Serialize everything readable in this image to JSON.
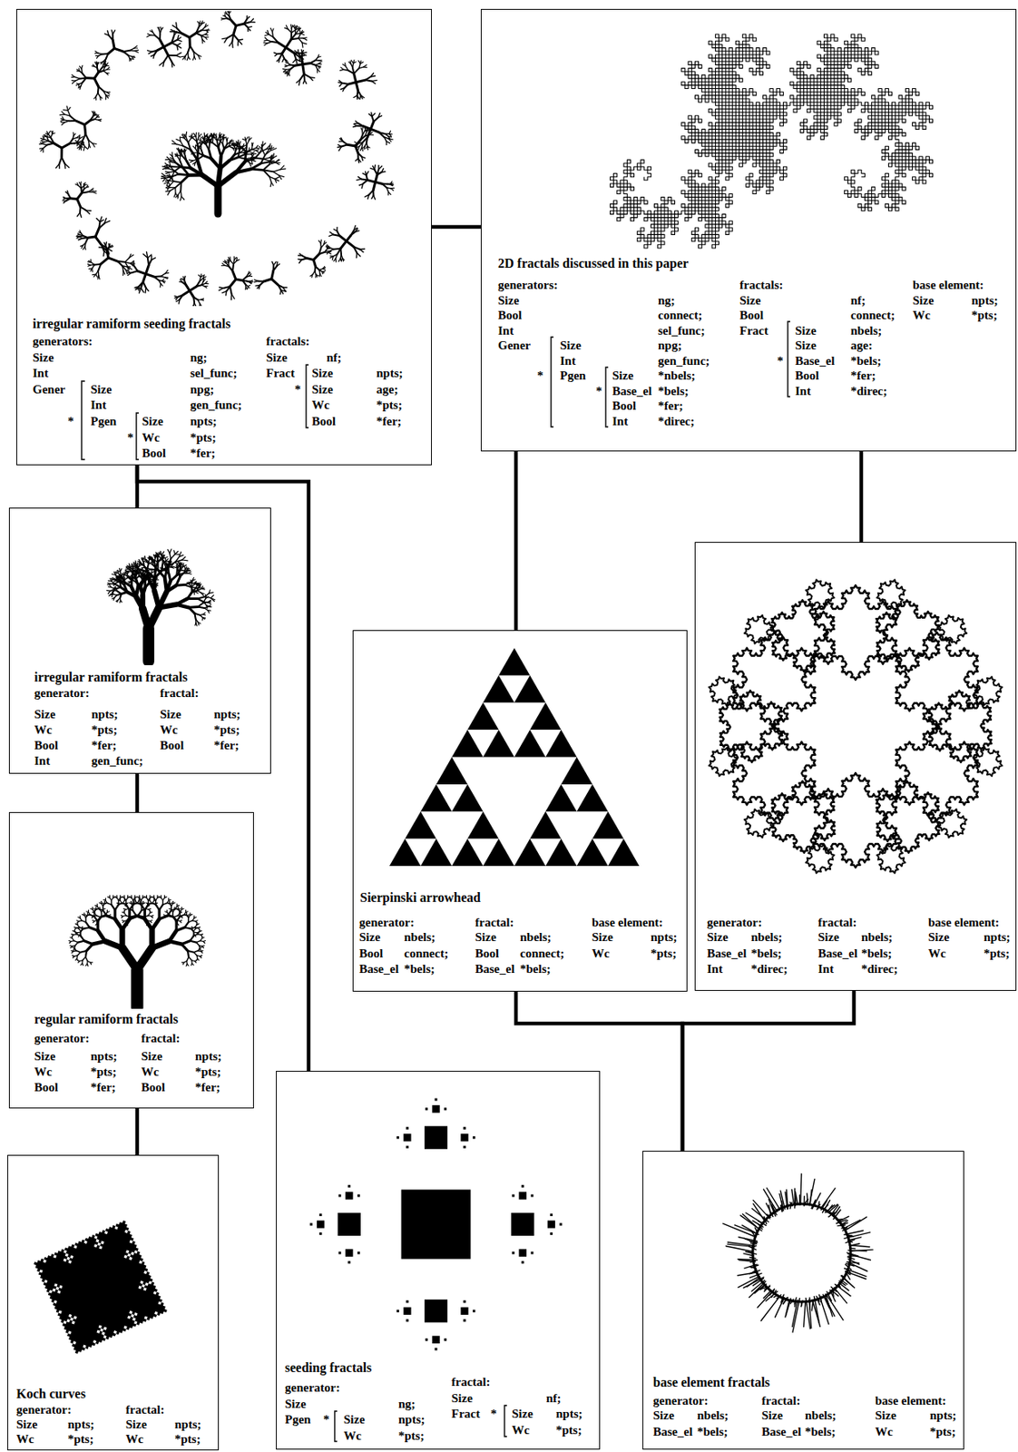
{
  "diagram": {
    "nodes": [
      {
        "text": [
          "irregular ramiform seeding fractals",
          "generators:",
          "Size",
          "ng;",
          "Int",
          "sel_func;",
          "Gener",
          "Size",
          "npg;",
          "Int",
          "gen_func;",
          "*",
          "Pgen",
          "Size",
          "npts;",
          "*",
          "Wc",
          "*pts;",
          "Bool",
          "*fer;",
          "fractals:",
          "Size",
          "nf;",
          "Fract",
          "Size",
          "npts;",
          "*",
          "Size",
          "age;",
          "Wc",
          "*pts;",
          "Bool",
          "*fer;"
        ]
      },
      {
        "text": [
          "2D fractals discussed in this paper",
          "generators:",
          "Size",
          "ng;",
          "Bool",
          "connect;",
          "Int",
          "sel_func;",
          "Gener",
          "Size",
          "npg;",
          "Int",
          "gen_func;",
          "*",
          "Pgen",
          "Size",
          "*nbels;",
          "*",
          "Base_el",
          "*bels;",
          "Bool",
          "*fer;",
          "Int",
          "*direc;",
          "fractals:",
          "Size",
          "nf;",
          "Bool",
          "connect;",
          "Fract",
          "Size",
          "nbels;",
          "Size",
          "age:",
          "*",
          "Base_el",
          "*bels;",
          "Bool",
          "*fer;",
          "Int",
          "*direc;",
          "base element:",
          "Size",
          "npts;",
          "Wc",
          "*pts;"
        ]
      },
      {
        "text": [
          "irregular ramiform fractals",
          "generator:",
          "Size",
          "npts;",
          "Wc",
          "*pts;",
          "Bool",
          "*fer;",
          "Int",
          "gen_func;",
          "fractal:",
          "Size",
          "npts;",
          "Wc",
          "*pts;",
          "Bool",
          "*fer;"
        ]
      },
      {
        "text": [
          "regular ramiform fractals",
          "generator:",
          "Size",
          "npts;",
          "Wc",
          "*pts;",
          "Bool",
          "*fer;",
          "fractal:",
          "Size",
          "npts;",
          "Wc",
          "*pts;",
          "Bool",
          "*fer;"
        ]
      },
      {
        "text": [
          "Koch curves",
          "generator:",
          "Size",
          "npts;",
          "Wc",
          "*pts;",
          "fractal:",
          "Size",
          "npts;",
          "Wc",
          "*pts;"
        ]
      },
      {
        "text": [
          "seeding fractals",
          "generator:",
          "Size",
          "ng;",
          "Pgen",
          "*",
          "Size",
          "npts;",
          "Wc",
          "*pts;",
          "fractal:",
          "Size",
          "nf;",
          "Fract",
          "*",
          "Size",
          "npts;",
          "Wc",
          "*pts;"
        ]
      },
      {
        "text": [
          "Sierpinski arrowhead",
          "generator:",
          "Size",
          "nbels;",
          "Bool",
          "connect;",
          "Base_el",
          "*bels;",
          "fractal:",
          "Size",
          "nbels;",
          "Bool",
          "connect;",
          "Base_el",
          "*bels;",
          "base element:",
          "Size",
          "npts;",
          "Wc",
          "*pts;"
        ]
      },
      {
        "text": [
          "generator:",
          "Size",
          "nbels;",
          "Base_el",
          "*bels;",
          "Int",
          "*direc;",
          "fractal:",
          "Size",
          "nbels;",
          "Base_el",
          "*bels;",
          "Int",
          "*direc;",
          "base element:",
          "Size",
          "npts;",
          "Wc",
          "*pts;"
        ]
      },
      {
        "text": [
          "base element fractals",
          "generator:",
          "Size",
          "nbels;",
          "Base_el",
          "*bels;",
          "fractal:",
          "Size",
          "nbels;",
          "Base_el",
          "*bels;",
          "base element:",
          "Size",
          "npts;",
          "Wc",
          "*pts;"
        ]
      }
    ],
    "edges": [
      {
        "from": 0,
        "to": 1,
        "arrow": "none"
      },
      {
        "from": 0,
        "to": 2,
        "arrow": "none"
      },
      {
        "from": 2,
        "to": 3,
        "arrow": "none"
      },
      {
        "from": 3,
        "to": 4,
        "arrow": "none"
      },
      {
        "from": 0,
        "to": 5,
        "arrow": "none"
      },
      {
        "from": 1,
        "to": 6,
        "arrow": "none"
      },
      {
        "from": 1,
        "to": 7,
        "arrow": "none"
      },
      {
        "from": 6,
        "to": 8,
        "arrow": "none"
      },
      {
        "from": 7,
        "to": 8,
        "arrow": "none"
      }
    ]
  }
}
